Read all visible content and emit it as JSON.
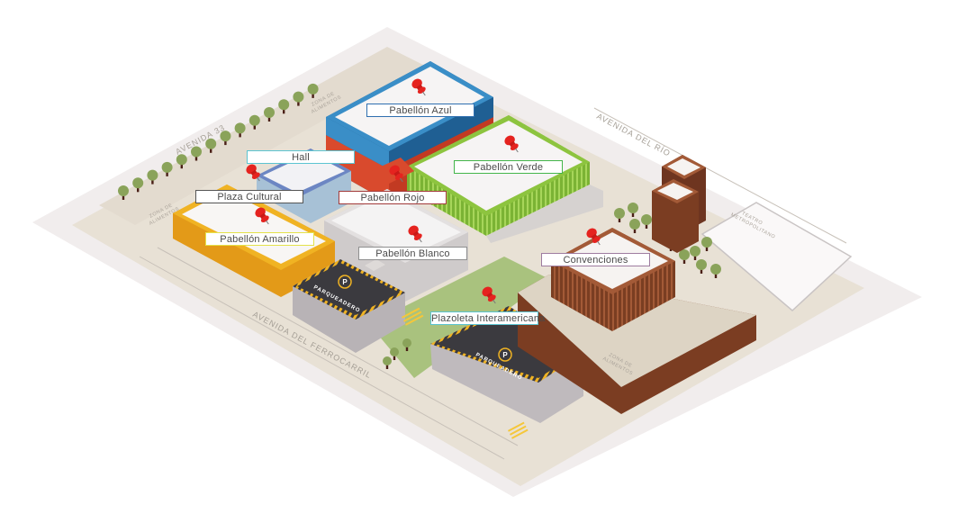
{
  "map": {
    "streets": {
      "north_west": "AVENIDA 33",
      "north_east": "AVENIDA DEL RÍO",
      "south_west": "AVENIDA DEL FERROCARRIL"
    },
    "zones": {
      "food_zone_1_line1": "ZONA DE",
      "food_zone_1_line2": "ALIMENTOS",
      "food_zone_2_line1": "ZONA DE",
      "food_zone_2_line2": "ALIMENTOS",
      "food_zone_3_line1": "ZONA DE",
      "food_zone_3_line2": "ALIMENTOS",
      "theater_line1": "TEATRO",
      "theater_line2": "METROPOLITANO"
    },
    "parking": {
      "label_1": "PARQUEADERO",
      "label_2": "PARQUEADERO",
      "symbol": "P"
    },
    "venues": [
      {
        "id": "azul",
        "label": "Pabellón Azul",
        "color": "#2f6fb0"
      },
      {
        "id": "verde",
        "label": "Pabellón Verde",
        "color": "#43b54a"
      },
      {
        "id": "hall",
        "label": "Hall",
        "color": "#5bc4d1"
      },
      {
        "id": "rojo",
        "label": "Pabellón Rojo",
        "color": "#a23a3a"
      },
      {
        "id": "plaza",
        "label": "Plaza Cultural",
        "color": "#555555"
      },
      {
        "id": "amarillo",
        "label": "Pabellón Amarillo",
        "color": "#e4e24a"
      },
      {
        "id": "blanco",
        "label": "Pabellón Blanco",
        "color": "#8f8f8f"
      },
      {
        "id": "convenciones",
        "label": "Convenciones",
        "color": "#9e7ca0"
      },
      {
        "id": "plazoleta",
        "label": "Plazoleta Interamericana",
        "color": "#5bc4d1"
      }
    ],
    "colors": {
      "ground_outer": "#f1eded",
      "ground_inner": "#e8e1d5",
      "grass": "#a9c27e",
      "blue_building": "#3a8ec7",
      "red_building": "#d94a2d",
      "green_building": "#8dc43f",
      "yellow_building": "#f0b323",
      "brown_building": "#8a4a2c",
      "parking_roof": "#3b3a3f",
      "pin": "#e5231f"
    }
  }
}
